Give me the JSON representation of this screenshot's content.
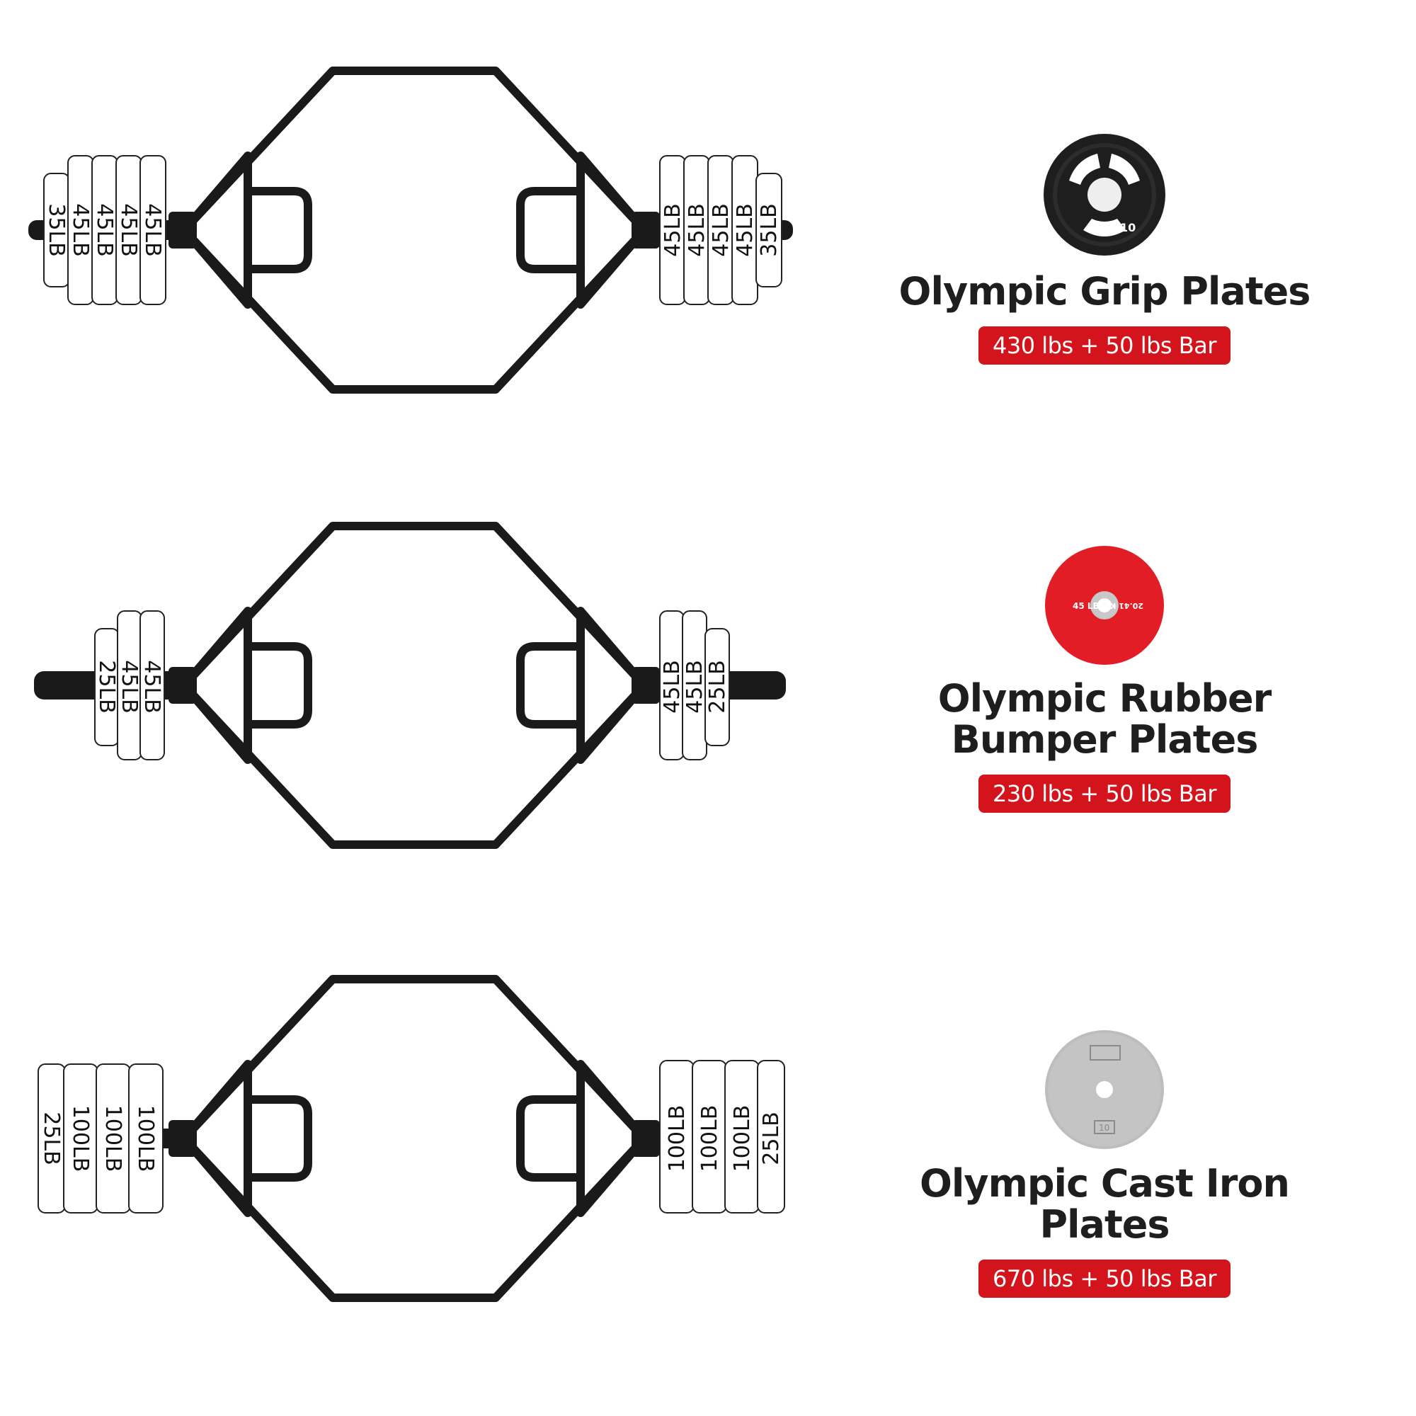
{
  "rows": [
    {
      "title": "Olympic Grip Plates",
      "badge": "430 lbs + 50 lbs Bar",
      "left_plates": [
        "35LB",
        "45LB",
        "45LB",
        "45LB",
        "45LB"
      ],
      "right_plates": [
        "45LB",
        "45LB",
        "45LB",
        "45LB",
        "35LB"
      ],
      "icon": "olympic-grip-plate-icon",
      "icon_text": "10",
      "icon_color": "#1e1e1e"
    },
    {
      "title": "Olympic Rubber Bumper Plates",
      "badge": "230 lbs + 50 lbs Bar",
      "left_plates": [
        "25LB",
        "45LB",
        "45LB"
      ],
      "right_plates": [
        "45LB",
        "45LB",
        "25LB"
      ],
      "icon": "rubber-bumper-plate-icon",
      "icon_text_left": "45 LB",
      "icon_text_right": "20.41 KG",
      "icon_color": "#e31d25"
    },
    {
      "title": "Olympic Cast Iron Plates",
      "badge": "670 lbs + 50 lbs Bar",
      "left_plates": [
        "25LB",
        "100LB",
        "100LB",
        "100LB"
      ],
      "right_plates": [
        "100LB",
        "100LB",
        "100LB",
        "25LB"
      ],
      "icon": "cast-iron-plate-icon",
      "icon_text": "10",
      "icon_color": "#bdbdbd"
    }
  ],
  "colors": {
    "bar": "#1a1a1a",
    "badge": "#d4141c",
    "title": "#1e1e1e"
  }
}
